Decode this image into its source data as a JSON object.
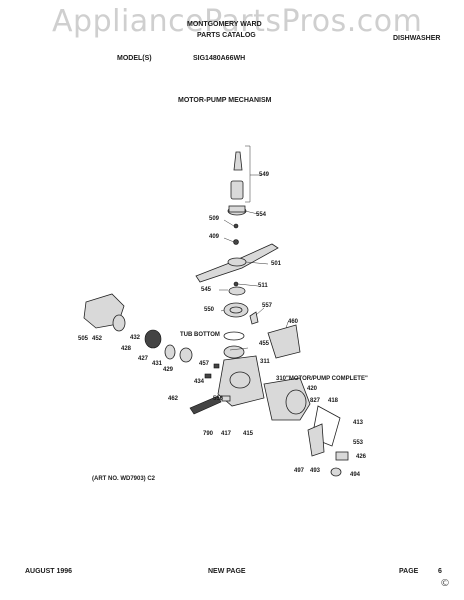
{
  "watermark": "AppliancePartsPros.com",
  "header": {
    "brand_line1": "MONTGOMERY WARD",
    "brand_line2": "PARTS CATALOG",
    "category": "DISHWASHER",
    "model_label": "MODEL(S)",
    "model_value": "SIG1480A66WH"
  },
  "section_title": "MOTOR-PUMP MECHANISM",
  "callouts": {
    "tub_bottom": "TUB BOTTOM",
    "motor_pump_complete": "310\"MOTOR/PUMP COMPLETE\""
  },
  "part_numbers": [
    "549",
    "554",
    "509",
    "409",
    "501",
    "511",
    "545",
    "557",
    "550",
    "460",
    "505",
    "452",
    "432",
    "428",
    "427",
    "431",
    "429",
    "455",
    "457",
    "311",
    "434",
    "462",
    "556",
    "420",
    "827",
    "418",
    "413",
    "790",
    "417",
    "415",
    "553",
    "426",
    "497",
    "493",
    "494"
  ],
  "art_no": "(ART NO. WD7903) C2",
  "footer": {
    "date": "AUGUST 1996",
    "note": "NEW PAGE",
    "page_label": "PAGE",
    "page_number": "6"
  },
  "icons": [
    "copyright-icon"
  ]
}
